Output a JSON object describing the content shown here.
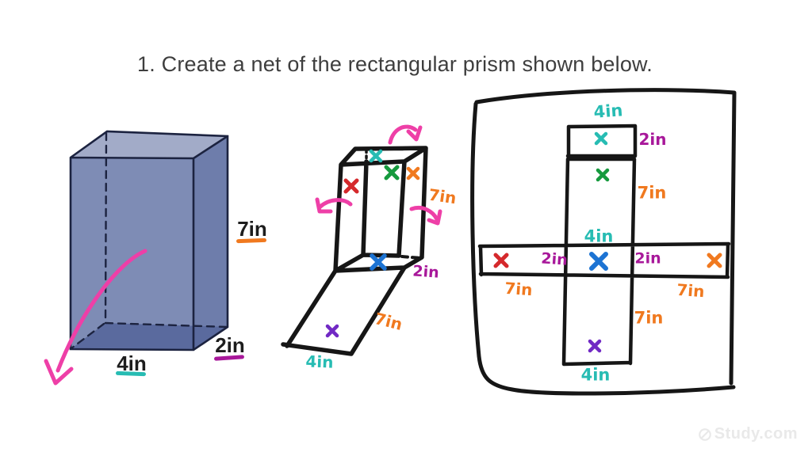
{
  "title": "1. Create a net of the rectangular prism shown below.",
  "watermark": {
    "text": "Study.com"
  },
  "palette": {
    "ink": "#161616",
    "pink": "#ee3fa7",
    "teal": "#27bcb3",
    "orange": "#f0791f",
    "magenta": "#a8189a",
    "red": "#d5292c",
    "green": "#169a3e",
    "blue": "#1c73d3",
    "purple": "#7129c4",
    "title": "#3e3e3e",
    "prism-top": "#a2abc8",
    "prism-front": "#7e8cb5",
    "prism-side": "#6e7dab",
    "prism-bottom": "#5a6a9e",
    "prism-edge": "#1c2340",
    "watermark": "#e9e9e9"
  },
  "prism_figure": {
    "height_label": "7in",
    "width_label": "4in",
    "depth_label": "2in"
  },
  "unfold_figure": {
    "height_label": "7in",
    "depth_label": "2in",
    "flap_height_label": "7in",
    "flap_width_label": "4in"
  },
  "net_figure": {
    "top_flap": {
      "width_label": "4in",
      "depth_label": "2in"
    },
    "back_face": {
      "height_label": "7in",
      "width_label": "4in"
    },
    "strip": {
      "left_depth_label": "2in",
      "right_depth_label": "2in",
      "left_height_label": "7in",
      "right_height_label": "7in"
    },
    "front_face": {
      "height_label": "7in",
      "width_label": "4in"
    }
  }
}
